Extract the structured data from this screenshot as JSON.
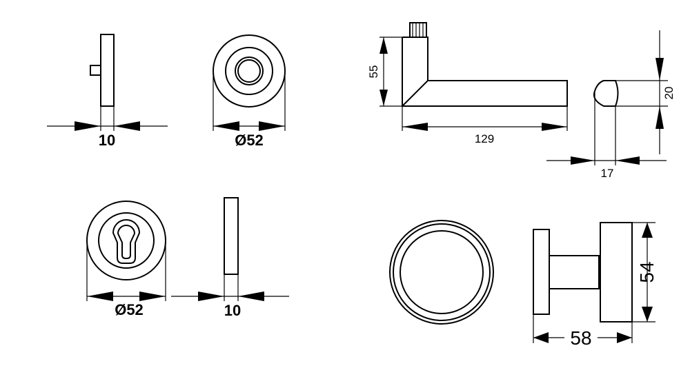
{
  "drawings": {
    "rose_side": {
      "dimension": "10"
    },
    "rose_front": {
      "dimension": "Ø52"
    },
    "lever_side": {
      "height": "55",
      "length": "129"
    },
    "lever_end": {
      "height": "20",
      "width": "17"
    },
    "escutcheon_front": {
      "dimension": "Ø52"
    },
    "escutcheon_side": {
      "dimension": "10"
    },
    "knob": {
      "diameter": "54",
      "projection": "58"
    }
  }
}
